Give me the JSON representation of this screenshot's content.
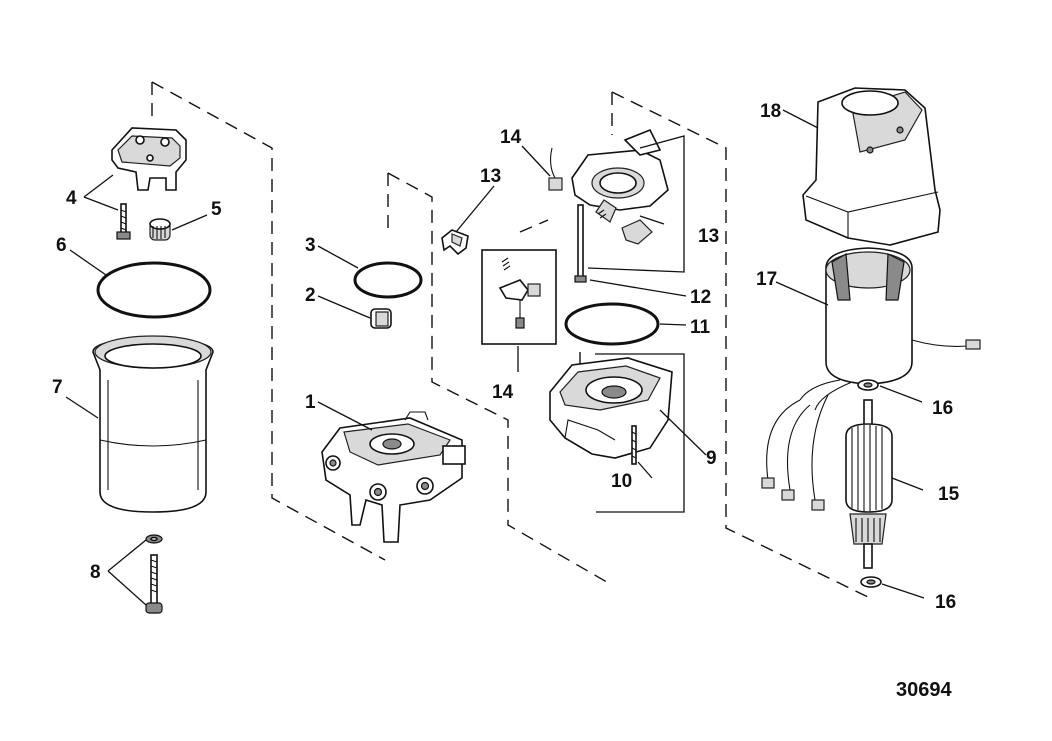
{
  "figure_number": "30694",
  "callouts": [
    "1",
    "2",
    "3",
    "4",
    "5",
    "6",
    "7",
    "8",
    "9",
    "10",
    "11",
    "12",
    "13",
    "13",
    "14",
    "14",
    "15",
    "16",
    "16",
    "17",
    "18"
  ],
  "parts": {
    "icons": [
      "reservoir-icon",
      "cover-plate-icon",
      "o-ring-icon",
      "pump-body-icon",
      "check-valve-icon",
      "brush-plate-icon",
      "end-cap-icon",
      "armature-icon",
      "field-frame-icon",
      "motor-cover-icon",
      "screw-icon",
      "washer-icon",
      "thermal-switch-icon",
      "brush-icon",
      "nut-icon"
    ]
  }
}
